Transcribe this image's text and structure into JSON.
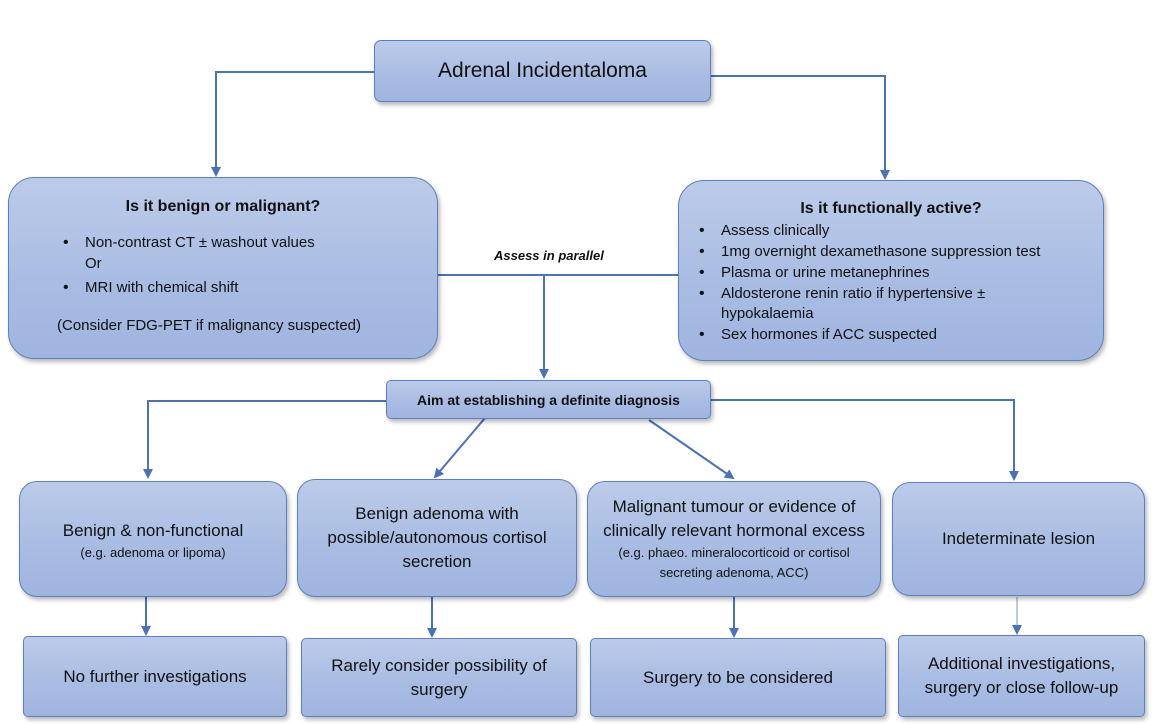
{
  "root": {
    "title": "Adrenal Incidentaloma"
  },
  "left_question": {
    "title": "Is it benign or malignant?",
    "item1": "Non-contrast CT ± washout values",
    "or_text": "Or",
    "item2": "MRI with chemical shift",
    "note": "(Consider FDG-PET if malignancy suspected)"
  },
  "right_question": {
    "title": "Is it functionally active?",
    "items": [
      "Assess clinically",
      "1mg overnight dexamethasone suppression test",
      "Plasma or urine metanephrines",
      "Aldosterone renin ratio if hypertensive ± hypokalaemia",
      "Sex hormones if ACC suspected"
    ]
  },
  "parallel_label": "Assess in parallel",
  "aim": "Aim at establishing a definite diagnosis",
  "categories": [
    {
      "main": "Benign & non-functional",
      "sub": "(e.g. adenoma or lipoma)"
    },
    {
      "main": "Benign adenoma with possible/autonomous cortisol secretion"
    },
    {
      "main": "Malignant tumour or evidence of clinically relevant hormonal excess",
      "sub": "(e.g. phaeo. mineralocorticoid or cortisol secreting adenoma, ACC)"
    },
    {
      "main": "Indeterminate lesion"
    }
  ],
  "outcomes": [
    "No further investigations",
    "Rarely consider possibility of surgery",
    "Surgery to be considered",
    "Additional investigations, surgery or close follow-up"
  ],
  "colors": {
    "box_fill": "#a9bde3",
    "box_border": "#5b7fc1",
    "line": "#4a72b8"
  }
}
